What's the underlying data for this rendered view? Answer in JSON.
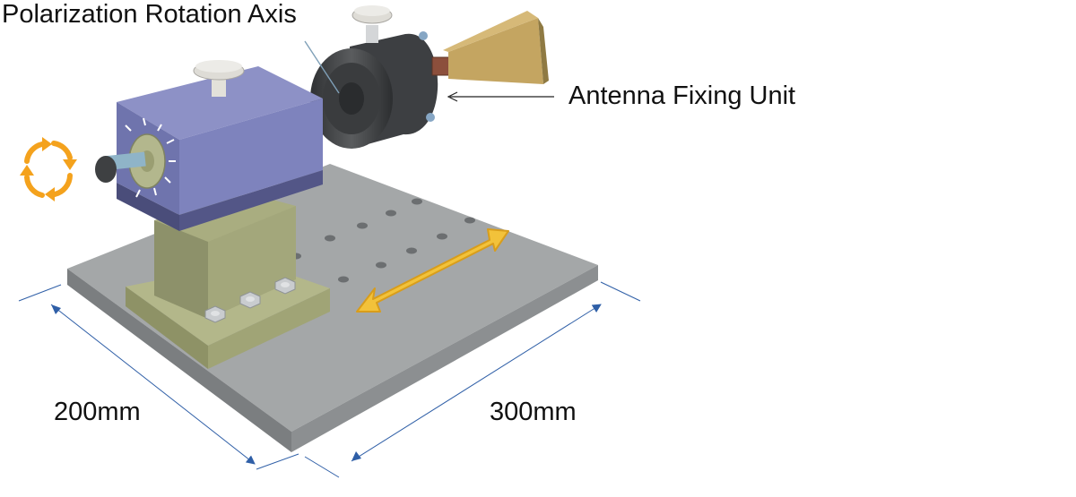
{
  "labels": {
    "rotation_axis": "Polarization Rotation Axis",
    "antenna_unit": "Antenna Fixing Unit",
    "width_dim": "200mm",
    "depth_dim": "300mm"
  },
  "icons": {
    "rotation": "rotation-arrows-icon",
    "slide": "double-arrow-icon"
  },
  "colors": {
    "accent_orange": "#f4a21d",
    "slide_arrow": "#f2c23a",
    "base_top": "#a4a7a8",
    "column": "#a3a77b",
    "block_front": "#6f74ad",
    "block_top": "#8d91c6",
    "block_band": "#535687",
    "horn": "#c4a561",
    "cylinder": "#4b4d4f",
    "dimension_line": "#2f5fa7"
  }
}
